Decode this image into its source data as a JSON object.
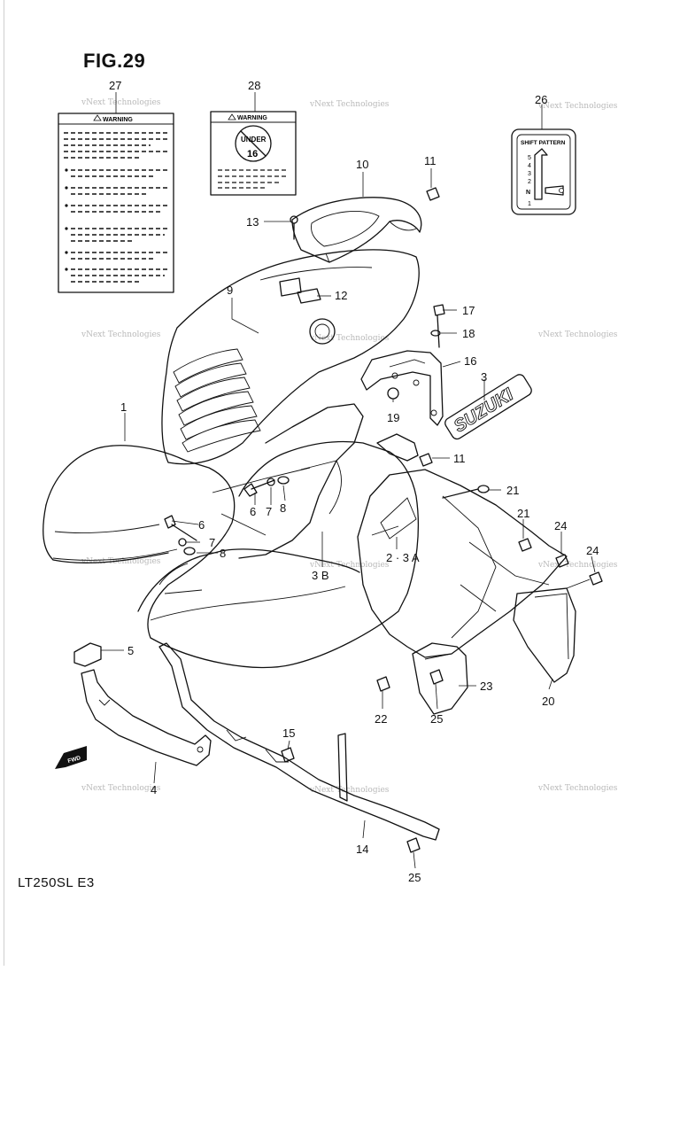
{
  "figure": {
    "title": "FIG.29",
    "model": "LT250SL  E3"
  },
  "labels": {
    "warning_27": "WARNING",
    "warning_28": "WARNING",
    "under_16_top": "UNDER",
    "under_16_num": "16",
    "shift_pattern": "SHIFT PATTERN",
    "shift_gears": [
      "5",
      "4",
      "3",
      "2",
      "N",
      "1"
    ],
    "brand_decal": "SUZUKI",
    "fwd": "FWD"
  },
  "watermark": "vNext Technologies",
  "callouts": [
    {
      "id": "c27",
      "text": "27"
    },
    {
      "id": "c28",
      "text": "28"
    },
    {
      "id": "c26",
      "text": "26"
    },
    {
      "id": "c10",
      "text": "10"
    },
    {
      "id": "c11a",
      "text": "11"
    },
    {
      "id": "c13",
      "text": "13"
    },
    {
      "id": "c9",
      "text": "9"
    },
    {
      "id": "c12",
      "text": "12"
    },
    {
      "id": "c17",
      "text": "17"
    },
    {
      "id": "c18",
      "text": "18"
    },
    {
      "id": "c16",
      "text": "16"
    },
    {
      "id": "c3",
      "text": "3"
    },
    {
      "id": "c19",
      "text": "19"
    },
    {
      "id": "c1",
      "text": "1"
    },
    {
      "id": "c11b",
      "text": "11"
    },
    {
      "id": "c21a",
      "text": "21"
    },
    {
      "id": "c6a",
      "text": "6"
    },
    {
      "id": "c7a",
      "text": "7"
    },
    {
      "id": "c8a",
      "text": "8"
    },
    {
      "id": "c21b",
      "text": "21"
    },
    {
      "id": "c6b",
      "text": "6"
    },
    {
      "id": "c24a",
      "text": "24"
    },
    {
      "id": "c7b",
      "text": "7"
    },
    {
      "id": "c8b",
      "text": "8"
    },
    {
      "id": "c23a",
      "text": "2 · 3 A"
    },
    {
      "id": "c24b",
      "text": "24"
    },
    {
      "id": "c3b",
      "text": "3 B"
    },
    {
      "id": "c5",
      "text": "5"
    },
    {
      "id": "c23",
      "text": "23"
    },
    {
      "id": "c20",
      "text": "20"
    },
    {
      "id": "c22",
      "text": "22"
    },
    {
      "id": "c25a",
      "text": "25"
    },
    {
      "id": "c15",
      "text": "15"
    },
    {
      "id": "c4",
      "text": "4"
    },
    {
      "id": "c14",
      "text": "14"
    },
    {
      "id": "c25b",
      "text": "25"
    }
  ]
}
